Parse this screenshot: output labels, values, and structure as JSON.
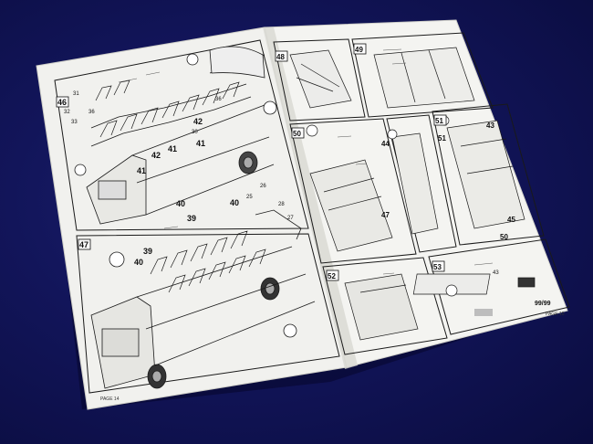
{
  "left_page": {
    "page_label": "PAGE 14",
    "step_top": "46",
    "step_bottom": "47",
    "callouts_top": [
      "31",
      "32",
      "33",
      "36",
      "41",
      "42",
      "41",
      "42",
      "30",
      "41",
      "36"
    ],
    "callouts_bottom": [
      "40",
      "40",
      "39",
      "39",
      "40",
      "40",
      "26",
      "25",
      "27",
      "28"
    ]
  },
  "right_page": {
    "page_label": "PAGE 15",
    "step_a": "48",
    "step_b": "49",
    "step_c": "50",
    "step_d": "51",
    "step_e": "52",
    "step_f": "53",
    "callouts": [
      "44",
      "47",
      "43",
      "51",
      "45",
      "50",
      "43"
    ],
    "number_right": "99/99"
  },
  "colors": {
    "background": "#12155a",
    "paper": "#f2f2ef",
    "ink": "#1a1a1a"
  }
}
